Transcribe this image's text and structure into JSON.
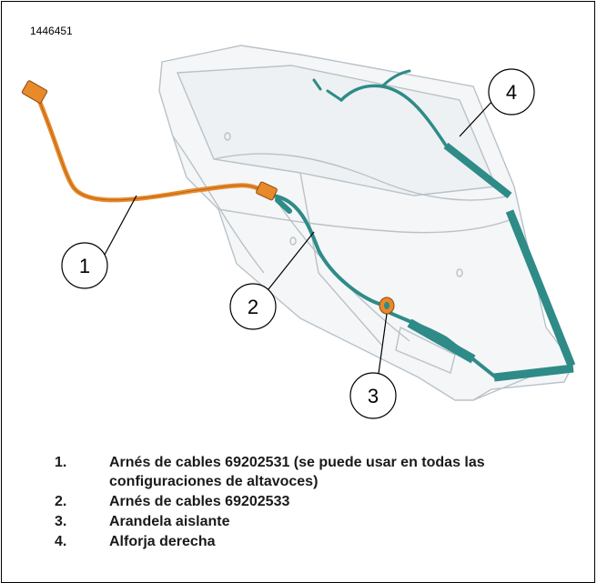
{
  "figure_id": "1446451",
  "callouts": [
    "1",
    "2",
    "3",
    "4"
  ],
  "legend": [
    {
      "number": "1.",
      "text": "Arnés de cables 69202531 (se puede usar en todas las configuraciones de altavoces)"
    },
    {
      "number": "2.",
      "text": "Arnés de cables 69202533"
    },
    {
      "number": "3.",
      "text": "Arandela aislante"
    },
    {
      "number": "4.",
      "text": "Alforja derecha"
    }
  ],
  "colors": {
    "orange_harness": "#e8892a",
    "teal_harness": "#2e8b88",
    "saddlebag_outline": "#b9c2c8"
  }
}
